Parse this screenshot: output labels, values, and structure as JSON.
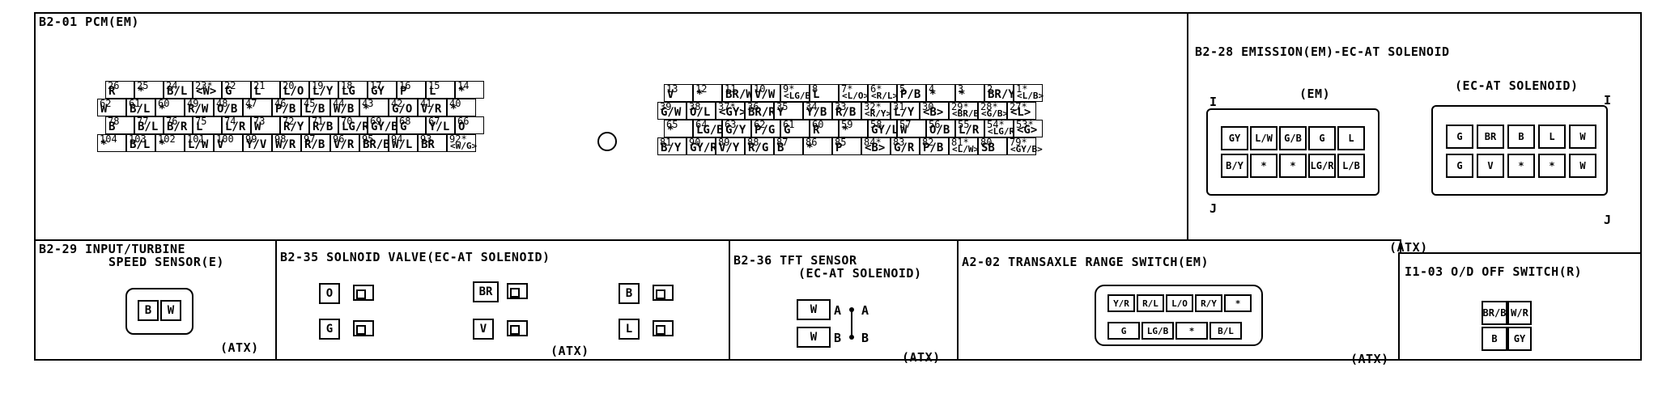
{
  "sections": {
    "pcm_title": "B2-01 PCM(EM)",
    "emission_title": "B2-28 EMISSION(EM)-EC-AT SOLENOID",
    "em_label": "(EM)",
    "ecat_label": "(EC-AT SOLENOID)",
    "atx_top": "(ATX)",
    "s29_title1": "B2-29 INPUT/TURBINE",
    "s29_title2": "SPEED SENSOR(E)",
    "s29_atx": "(ATX)",
    "s35_title": "B2-35 SOLNOID VALVE(EC-AT SOLENOID)",
    "s35_atx": "(ATX)",
    "s36_title1": "B2-36 TFT SENSOR",
    "s36_title2": "(EC-AT SOLENOID)",
    "s36_atx": "(ATX)",
    "a202_title": "A2-02 TRANSAXLE RANGE SWITCH(EM)",
    "a202_atx": "(ATX)",
    "i103_title": "I1-03 O/D OFF SWITCH(R)"
  },
  "pcm_left_rows": [
    [
      [
        "26",
        "R"
      ],
      [
        "25",
        "*"
      ],
      [
        "24",
        "B/L"
      ],
      [
        "23*",
        "<W>"
      ],
      [
        "22",
        "G"
      ],
      [
        "21",
        "L"
      ],
      [
        "20",
        "L/O"
      ],
      [
        "19",
        "L/Y"
      ],
      [
        "18",
        "LG"
      ],
      [
        "17",
        "GY"
      ],
      [
        "16",
        "P"
      ],
      [
        "15",
        "L"
      ],
      [
        "14",
        "*"
      ]
    ],
    [
      [
        "62",
        "W"
      ],
      [
        "61",
        "B/L"
      ],
      [
        "60",
        "*"
      ],
      [
        "49",
        "R/W"
      ],
      [
        "48",
        "O/B"
      ],
      [
        "47",
        "*"
      ],
      [
        "46",
        "P/B"
      ],
      [
        "45",
        "L/B"
      ],
      [
        "44",
        "W/B"
      ],
      [
        "43",
        "*"
      ],
      [
        "42",
        "G/O"
      ],
      [
        "41",
        "V/R"
      ],
      [
        "40",
        "*"
      ]
    ],
    [
      [
        "78",
        "B"
      ],
      [
        "77",
        "B/L"
      ],
      [
        "76",
        "B/R"
      ],
      [
        "75",
        "L"
      ],
      [
        "74",
        "L/R"
      ],
      [
        "73",
        "W"
      ],
      [
        "72",
        "R/Y"
      ],
      [
        "71",
        "R/B"
      ],
      [
        "70",
        "LG/R"
      ],
      [
        "69",
        "GY/B"
      ],
      [
        "68",
        "G"
      ],
      [
        "67",
        "Y/L"
      ],
      [
        "66",
        "O"
      ]
    ],
    [
      [
        "104",
        "*"
      ],
      [
        "103",
        "B/L"
      ],
      [
        "102",
        "*"
      ],
      [
        "101",
        "L/W"
      ],
      [
        "100",
        "V"
      ],
      [
        "99",
        "Y/V"
      ],
      [
        "98",
        "W/R"
      ],
      [
        "97",
        "R/B"
      ],
      [
        "96",
        "V/R"
      ],
      [
        "95",
        "BR/B"
      ],
      [
        "94",
        "W/L"
      ],
      [
        "93",
        "BR"
      ],
      [
        "92*",
        "<W/G>"
      ]
    ]
  ],
  "pcm_right_rows": [
    [
      [
        "13",
        "V"
      ],
      [
        "12",
        "*"
      ],
      [
        "11",
        "BR/W"
      ],
      [
        "10",
        "V/W"
      ],
      [
        "9*",
        "<LG/B>"
      ],
      [
        "8",
        "L"
      ],
      [
        "7*",
        "<L/O>"
      ],
      [
        "6*",
        "<R/L>"
      ],
      [
        "5",
        "P/B"
      ],
      [
        "4",
        "*"
      ],
      [
        "3",
        "*"
      ],
      [
        "2",
        "BR/Y"
      ],
      [
        "1*",
        "<L/B>"
      ]
    ],
    [
      [
        "39",
        "G/W"
      ],
      [
        "38",
        "O/L"
      ],
      [
        "37*",
        "<GY>"
      ],
      [
        "36",
        "BR/R"
      ],
      [
        "35",
        "Y"
      ],
      [
        "34",
        "Y/B"
      ],
      [
        "33",
        "R/B"
      ],
      [
        "32*",
        "<R/Y>"
      ],
      [
        "31",
        "L/Y"
      ],
      [
        "30",
        "<B>"
      ],
      [
        "29*",
        "<BR/B>"
      ],
      [
        "28*",
        "<G/B>"
      ],
      [
        "27*",
        "<L>"
      ]
    ],
    [
      [
        "65",
        "*"
      ],
      [
        "64",
        "LG/B"
      ],
      [
        "63",
        "G/Y"
      ],
      [
        "62",
        "P/G"
      ],
      [
        "61",
        "G"
      ],
      [
        "60",
        "R"
      ],
      [
        "59",
        "*"
      ],
      [
        "58",
        "GY/L"
      ],
      [
        "57",
        "W"
      ],
      [
        "56",
        "O/B"
      ],
      [
        "55",
        "L/R"
      ],
      [
        "54*",
        "<LG/R>"
      ],
      [
        "53*",
        "<G>"
      ]
    ],
    [
      [
        "81",
        "B/Y"
      ],
      [
        "90",
        "GY/R"
      ],
      [
        "89",
        "V/Y"
      ],
      [
        "88",
        "R/G"
      ],
      [
        "87",
        "B"
      ],
      [
        "86",
        "*"
      ],
      [
        "85",
        "P"
      ],
      [
        "84*",
        "<B>"
      ],
      [
        "83",
        "G/R"
      ],
      [
        "82",
        "P/B"
      ],
      [
        "81*",
        "<L/W>"
      ],
      [
        "80",
        "SB"
      ],
      [
        "79*",
        "<GY/B>"
      ]
    ]
  ],
  "em_connector": {
    "row1": [
      "GY",
      "L/W",
      "G/B",
      "G",
      "L"
    ],
    "row2": [
      "B/Y",
      "*",
      "*",
      "LG/R",
      "L/B"
    ],
    "pin_tl": "I",
    "pin_bl": "J"
  },
  "ecat_connector": {
    "row1": [
      "G",
      "BR",
      "B",
      "L",
      "W"
    ],
    "row2": [
      "G",
      "V",
      "*",
      "*",
      "W"
    ],
    "pin_tr": "I",
    "pin_br": "J"
  },
  "speed_sensor": [
    "B",
    "W"
  ],
  "solenoids": [
    "O",
    "G",
    "BR",
    "V",
    "B",
    "L"
  ],
  "tft": {
    "top": "W",
    "bot": "W",
    "pa": "A",
    "pb": "B"
  },
  "range_switch": {
    "row1": [
      "Y/R",
      "R/L",
      "L/O",
      "R/Y",
      "*"
    ],
    "row2": [
      "G",
      "LG/B",
      "*",
      "B/L"
    ]
  },
  "od_switch": [
    "BR/B",
    "W/R",
    "B",
    "GY"
  ]
}
